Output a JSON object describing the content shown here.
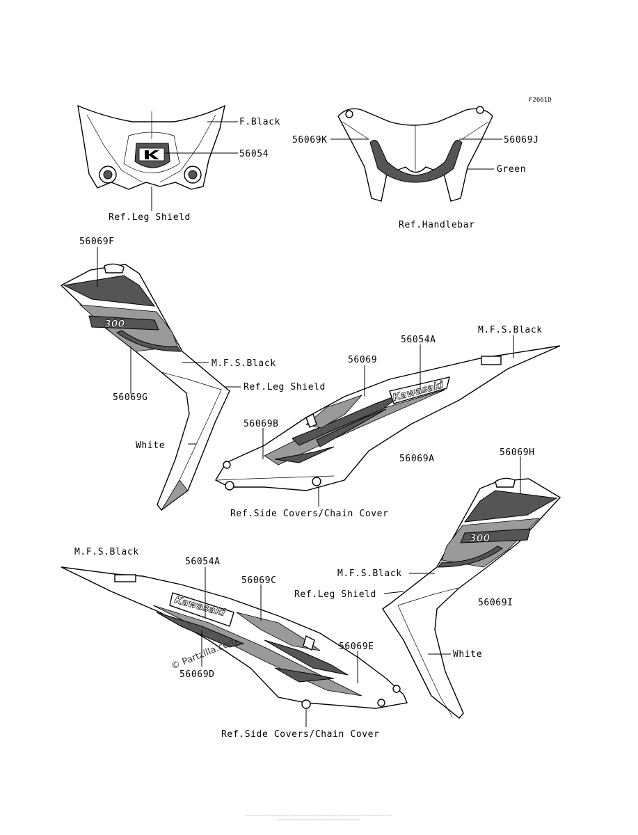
{
  "diagram_id": "F2661D",
  "labels": {
    "f_black": "F.Black",
    "p56054": "56054",
    "ref_leg_shield_top": "Ref.Leg Shield",
    "p56069k": "56069K",
    "p56069j": "56069J",
    "green": "Green",
    "ref_handlebar": "Ref.Handlebar",
    "p56069f": "56069F",
    "p56069g": "56069G",
    "mfs_black_left": "M.F.S.Black",
    "ref_leg_shield_left": "Ref.Leg Shield",
    "white_left": "White",
    "mfs_black_right_top": "M.F.S.Black",
    "p56054a_top": "56054A",
    "p56069": "56069",
    "p56069b": "56069B",
    "p56069a": "56069A",
    "ref_side_covers_top": "Ref.Side Covers/Chain Cover",
    "p56069h": "56069H",
    "mfs_black_bottom_left": "M.F.S.Black",
    "p56054a_bottom": "56054A",
    "p56069c": "56069C",
    "p56069d": "56069D",
    "p56069e": "56069E",
    "mfs_black_right_bottom": "M.F.S.Black",
    "ref_leg_shield_right": "Ref.Leg Shield",
    "p56069i": "56069I",
    "white_right": "White",
    "ref_side_covers_bottom": "Ref.Side Covers/Chain Cover"
  },
  "decal_text": {
    "kawasaki_top": "Kawasaki",
    "kawasaki_bottom": "Kawasaki",
    "model_left": "300",
    "model_right": "300"
  },
  "watermark": "© Partzilla.com"
}
